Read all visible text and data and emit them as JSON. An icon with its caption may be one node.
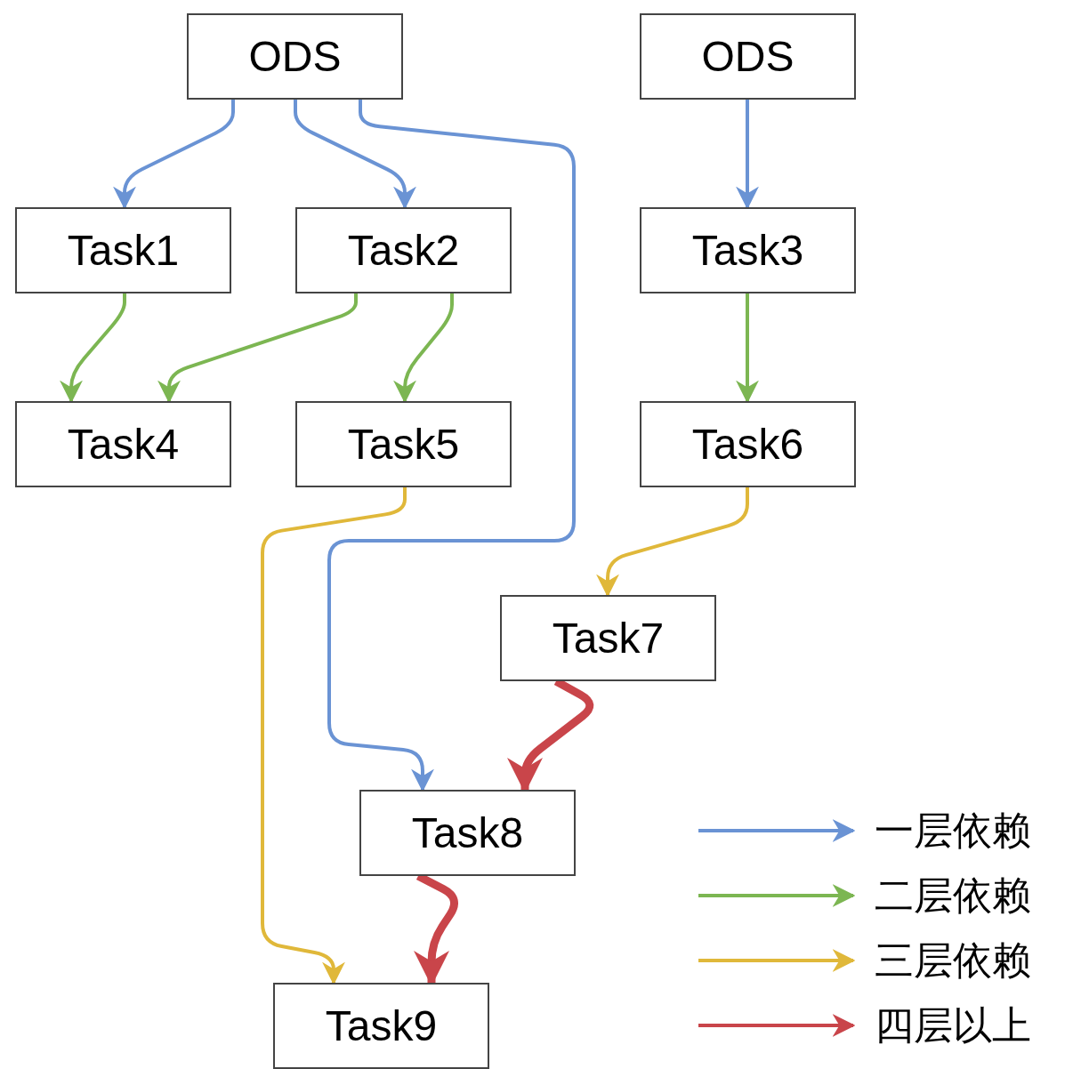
{
  "diagram": {
    "nodes": [
      {
        "text": [
          "ODS"
        ]
      },
      {
        "text": [
          "ODS"
        ]
      },
      {
        "text": [
          "Task1"
        ]
      },
      {
        "text": [
          "Task2"
        ]
      },
      {
        "text": [
          "Task3"
        ]
      },
      {
        "text": [
          "Task4"
        ]
      },
      {
        "text": [
          "Task5"
        ]
      },
      {
        "text": [
          "Task6"
        ]
      },
      {
        "text": [
          "Task7"
        ]
      },
      {
        "text": [
          "Task8"
        ]
      },
      {
        "text": [
          "Task9"
        ]
      }
    ],
    "edges": [
      {
        "from": 0,
        "to": 2,
        "arrow": "to",
        "color": "#6a93d4"
      },
      {
        "from": 0,
        "to": 3,
        "arrow": "to",
        "color": "#6a93d4"
      },
      {
        "from": 0,
        "to": 9,
        "arrow": "to",
        "color": "#6a93d4"
      },
      {
        "from": 1,
        "to": 4,
        "arrow": "to",
        "color": "#6a93d4"
      },
      {
        "from": 2,
        "to": 5,
        "arrow": "to",
        "color": "#7cb652"
      },
      {
        "from": 3,
        "to": 5,
        "arrow": "to",
        "color": "#7cb652"
      },
      {
        "from": 3,
        "to": 6,
        "arrow": "to",
        "color": "#7cb652"
      },
      {
        "from": 4,
        "to": 7,
        "arrow": "to",
        "color": "#7cb652"
      },
      {
        "from": 6,
        "to": 10,
        "arrow": "to",
        "color": "#e0b83a"
      },
      {
        "from": 7,
        "to": 8,
        "arrow": "to",
        "color": "#e0b83a"
      },
      {
        "from": 8,
        "to": 9,
        "arrow": "to",
        "style": "thick",
        "color": "#c9454a"
      },
      {
        "from": 9,
        "to": 10,
        "arrow": "to",
        "style": "thick",
        "color": "#c9454a"
      }
    ],
    "legend": [
      {
        "text": "一层依赖",
        "color": "#6a93d4"
      },
      {
        "text": "二层依赖",
        "color": "#7cb652"
      },
      {
        "text": "三层依赖",
        "color": "#e0b83a"
      },
      {
        "text": "四层以上",
        "color": "#c9454a"
      }
    ]
  }
}
